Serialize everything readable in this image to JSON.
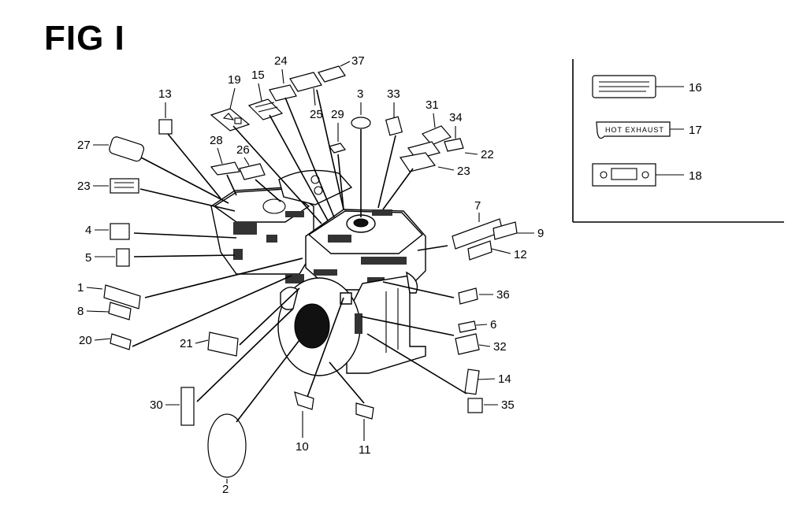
{
  "figure_title": "FIG I",
  "callouts": [
    "1",
    "2",
    "3",
    "4",
    "5",
    "6",
    "7",
    "8",
    "9",
    "10",
    "11",
    "12",
    "13",
    "14",
    "15",
    "16",
    "17",
    "18",
    "19",
    "20",
    "21",
    "22",
    "23",
    "24",
    "25",
    "26",
    "27",
    "28",
    "29",
    "30",
    "31",
    "32",
    "33",
    "34",
    "35",
    "36",
    "37"
  ],
  "callout_23_repeat": "23",
  "inset_label_17_text": "HOT EXHAUST"
}
